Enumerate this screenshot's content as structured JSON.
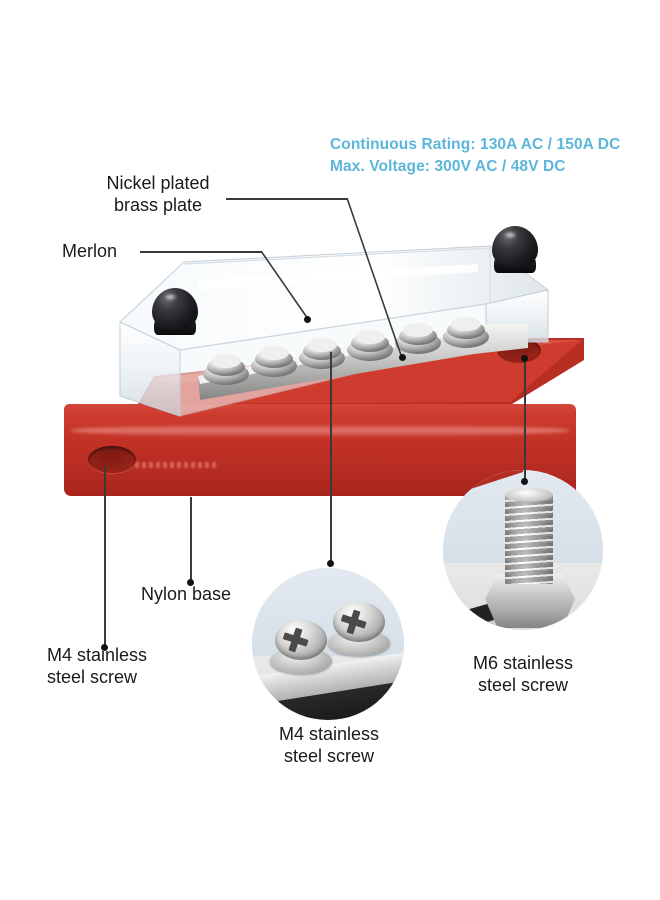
{
  "specs": {
    "continuous_rating": "Continuous Rating: 130A AC / 150A DC",
    "max_voltage": "Max. Voltage: 300V AC / 48V DC",
    "color": "#5cb6da"
  },
  "callouts": {
    "nickel_plate": "Nickel plated\nbrass plate",
    "merlon": "Merlon",
    "nylon_base": "Nylon base",
    "m4_screw_left": "M4 stainless\nsteel screw",
    "m4_screw_detail": "M4 stainless\nsteel screw",
    "m6_screw_detail": "M6 stainless\nsteel screw"
  },
  "product": {
    "base_color": "#c23126",
    "cover_color": "#e9eef1",
    "cap_color": "#17171a",
    "plate_color": "#c9c9c7",
    "screw_count": 6
  },
  "detail_circles": {
    "m4": {
      "label": "M4 stainless\nsteel screw",
      "background": "#dde5ed",
      "screws": 2
    },
    "m6": {
      "label": "M6 stainless\nsteel screw",
      "background": "#dde5ed"
    }
  }
}
